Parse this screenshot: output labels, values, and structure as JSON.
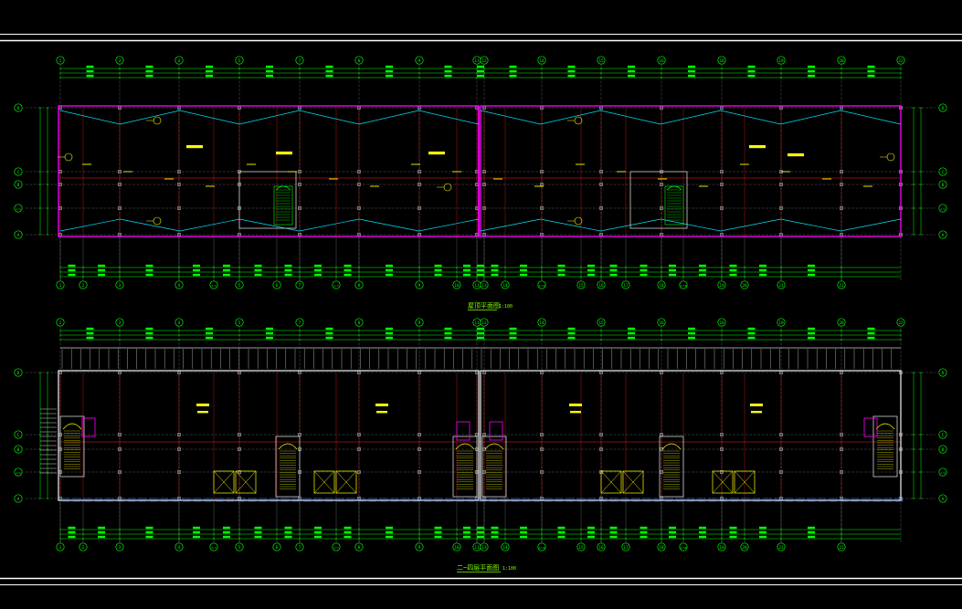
{
  "colors": {
    "background": "#000000",
    "axis_line": "#00ff00",
    "wall": "#d0d0d0",
    "grid": "#808080",
    "column_axis_red": "#ff2020",
    "slab_edge_magenta": "#ff00ff",
    "roof_slope_cyan": "#00e5ff",
    "text_yellow": "#ffff00",
    "text_green": "#00ff00",
    "title_green": "#80ff00",
    "dim_blue": "#4080ff",
    "frame_white": "#ffffff"
  },
  "plans": [
    {
      "id": "upper-plan",
      "title": "屋顶平面图",
      "scale": "1:100",
      "top_axes": [
        "1",
        "3",
        "4",
        "5",
        "7",
        "8",
        "9",
        "11",
        "12",
        "14",
        "15",
        "16",
        "18",
        "19",
        "20",
        "22"
      ],
      "bottom_axes": [
        "1",
        "2",
        "3",
        "4",
        "1/4",
        "5",
        "6",
        "7",
        "1/7",
        "8",
        "9",
        "10",
        "11",
        "13",
        "14",
        "1/14",
        "15",
        "16",
        "17",
        "18",
        "1/18",
        "19",
        "20",
        "21",
        "22"
      ],
      "row_axes": [
        "D",
        "C",
        "B",
        "1/A",
        "A"
      ]
    },
    {
      "id": "lower-plan",
      "title": "二~四层平面图",
      "scale": "1:100",
      "top_axes": [
        "1",
        "3",
        "4",
        "5",
        "7",
        "8",
        "9",
        "11",
        "12",
        "14",
        "15",
        "16",
        "18",
        "19",
        "20",
        "22"
      ],
      "bottom_axes": [
        "1",
        "2",
        "3",
        "4",
        "1/4",
        "5",
        "6",
        "7",
        "1/7",
        "8",
        "9",
        "10",
        "11",
        "13",
        "14",
        "1/14",
        "15",
        "16",
        "17",
        "18",
        "1/18",
        "19",
        "20",
        "21",
        "22"
      ],
      "row_axes": [
        "D",
        "C",
        "B",
        "1/A",
        "A"
      ]
    }
  ]
}
